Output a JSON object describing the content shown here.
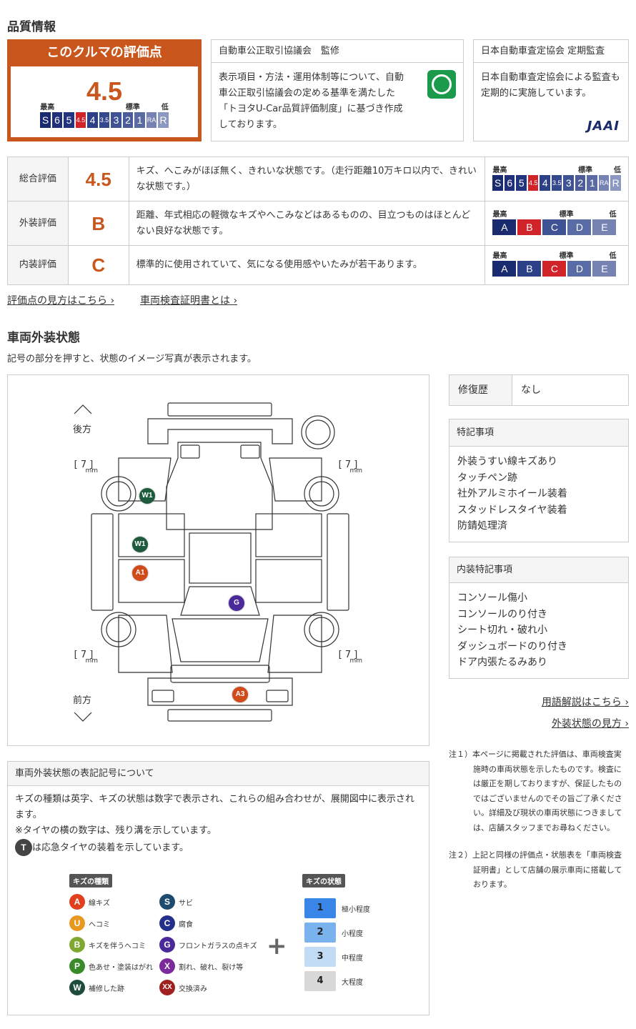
{
  "quality": {
    "title": "品質情報",
    "score_header": "このクルマの評価点",
    "score": "4.5",
    "scale_high": "最高",
    "scale_mid": "標準",
    "scale_low": "低",
    "scale_cells": [
      "S",
      "6",
      "5",
      "4.5",
      "4",
      "3.5",
      "3",
      "2",
      "1",
      "RA",
      "R"
    ],
    "scale_selected": "4.5",
    "grade_cells": [
      "A",
      "B",
      "C",
      "D",
      "E"
    ],
    "supervision": {
      "title": "自動車公正取引協議会　監修",
      "text": "表示項目・方法・運用体制等について、自動車公正取引協議会の定める基準を満たした「トヨタU-Car品質評価制度」に基づき作成しております。"
    },
    "audit": {
      "title": "日本自動車査定協会 定期監査",
      "text": "日本自動車査定協会による監査も定期的に実施しています。",
      "logo": "JAAI"
    }
  },
  "ratings": [
    {
      "label": "総合評価",
      "grade": "4.5",
      "desc": "キズ、へこみがほぼ無く、きれいな状態です。（走行距離10万キロ以内で、きれいな状態です。）",
      "type": "score",
      "selected": "4.5"
    },
    {
      "label": "外装評価",
      "grade": "B",
      "desc": "距離、年式相応の軽微なキズやへこみなどはあるものの、目立つものはほとんどない良好な状態です。",
      "type": "grade",
      "selected": "B"
    },
    {
      "label": "内装評価",
      "grade": "C",
      "desc": "標準的に使用されていて、気になる使用感やいたみが若干あります。",
      "type": "grade",
      "selected": "C"
    }
  ],
  "links": {
    "score_guide": "評価点の見方はこちら",
    "certificate": "車両検査証明書とは",
    "glossary": "用語解説はこちら",
    "exterior_guide": "外装状態の見方"
  },
  "exterior": {
    "title": "車両外装状態",
    "subtitle": "記号の部分を押すと、状態のイメージ写真が表示されます。",
    "rear": "後方",
    "front": "前方",
    "tire_depth": "7",
    "unit": "mm",
    "markers": [
      {
        "code": "W1",
        "color": "#1e5a3c"
      },
      {
        "code": "W1",
        "color": "#1e5a3c"
      },
      {
        "code": "A1",
        "color": "#d04a1a"
      },
      {
        "code": "G",
        "color": "#4a2a9a"
      },
      {
        "code": "A3",
        "color": "#d04a1a"
      }
    ]
  },
  "repair": {
    "label": "修復歴",
    "value": "なし"
  },
  "special": {
    "title": "特記事項",
    "items": [
      "外装うすい線キズあり",
      "タッチペン跡",
      "社外アルミホイール装着",
      "スタッドレスタイヤ装着",
      "防錆処理済"
    ]
  },
  "interior": {
    "title": "内装特記事項",
    "items": [
      "コンソール傷小",
      "コンソールのり付き",
      "シート切れ・破れ小",
      "ダッシュボードのり付き",
      "ドア内張たるみあり"
    ]
  },
  "notes": [
    "注１）本ページに掲載された評価は、車両検査実施時の車両状態を示したものです。検査には厳正を期しておりますが、保証したものではございませんのでその旨ご了承ください。詳細及び現状の車両状態につきましては、店舗スタッフまでお尋ねください。",
    "注２）上記と同様の評価点・状態表を「車両検査証明書」として店舗の展示車両に搭載しております。"
  ],
  "legend": {
    "title": "車両外装状態の表記記号について",
    "text1": "キズの種類は英字、キズの状態は数字で表示され、これらの組み合わせが、展開図中に表示されます。",
    "text2": "※タイヤの横の数字は、残り溝を示しています。",
    "spare_icon": "T",
    "text3": "は応急タイヤの装着を示しています。",
    "types_title": "キズの種類",
    "states_title": "キズの状態",
    "types": [
      {
        "c": "A",
        "l": "線キズ",
        "color": "#e0401e"
      },
      {
        "c": "U",
        "l": "ヘコミ",
        "color": "#e8981e"
      },
      {
        "c": "B",
        "l": "キズを伴うヘコミ",
        "color": "#7fa830"
      },
      {
        "c": "P",
        "l": "色あせ・塗装はがれ",
        "color": "#3a8a2a"
      },
      {
        "c": "W",
        "l": "補修した跡",
        "color": "#1e4a3c"
      },
      {
        "c": "S",
        "l": "サビ",
        "color": "#1e4a6e"
      },
      {
        "c": "C",
        "l": "腐食",
        "color": "#22308a"
      },
      {
        "c": "G",
        "l": "フロントガラスの点キズ",
        "color": "#4a2a9a"
      },
      {
        "c": "X",
        "l": "割れ、破れ、裂け等",
        "color": "#7a2a9a"
      },
      {
        "c": "XX",
        "l": "交換済み",
        "color": "#a02020"
      }
    ],
    "states": [
      {
        "n": "1",
        "l": "極小程度",
        "color": "#3a86e8"
      },
      {
        "n": "2",
        "l": "小程度",
        "color": "#7ab2ee"
      },
      {
        "n": "3",
        "l": "中程度",
        "color": "#c2dcf6"
      },
      {
        "n": "4",
        "l": "大程度",
        "color": "#d8d8d8"
      }
    ]
  }
}
